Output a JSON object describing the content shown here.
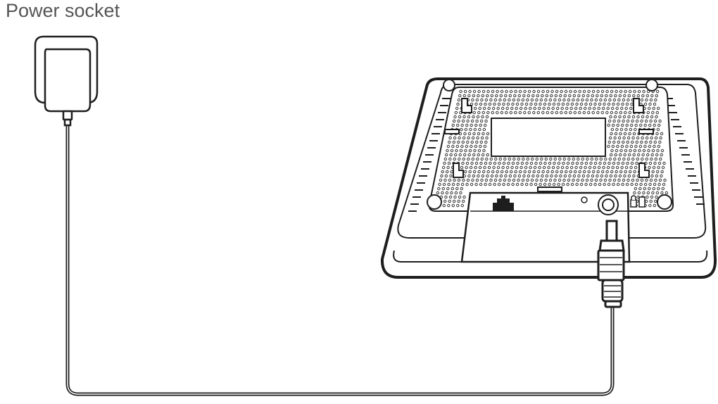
{
  "labels": {
    "power_socket": "Power socket"
  },
  "icons": {
    "adapter": "power-adapter-icon",
    "cable": "power-cable",
    "router": "router-device-bottom-view",
    "lan_port": "ethernet-port-icon",
    "dc_jack": "dc-power-jack",
    "dc_plug": "dc-plug-connector",
    "lock": "kensington-lock-icon"
  },
  "colors": {
    "line": "#1e1e1e",
    "cable": "#444444",
    "text": "#555555"
  }
}
